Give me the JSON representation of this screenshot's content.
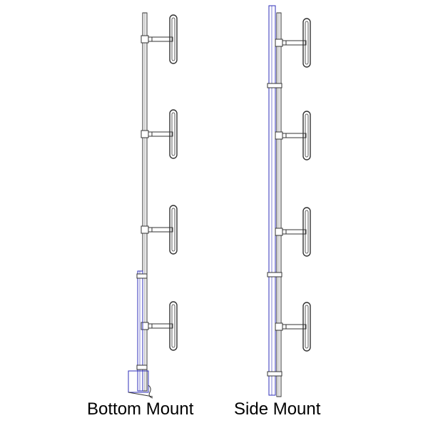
{
  "captions": {
    "bottom_mount": "Bottom Mount",
    "side_mount": "Side Mount"
  },
  "colors": {
    "line": "#333333",
    "mast": "#2f2fb8",
    "background": "#ffffff"
  },
  "dipole_count": 4
}
